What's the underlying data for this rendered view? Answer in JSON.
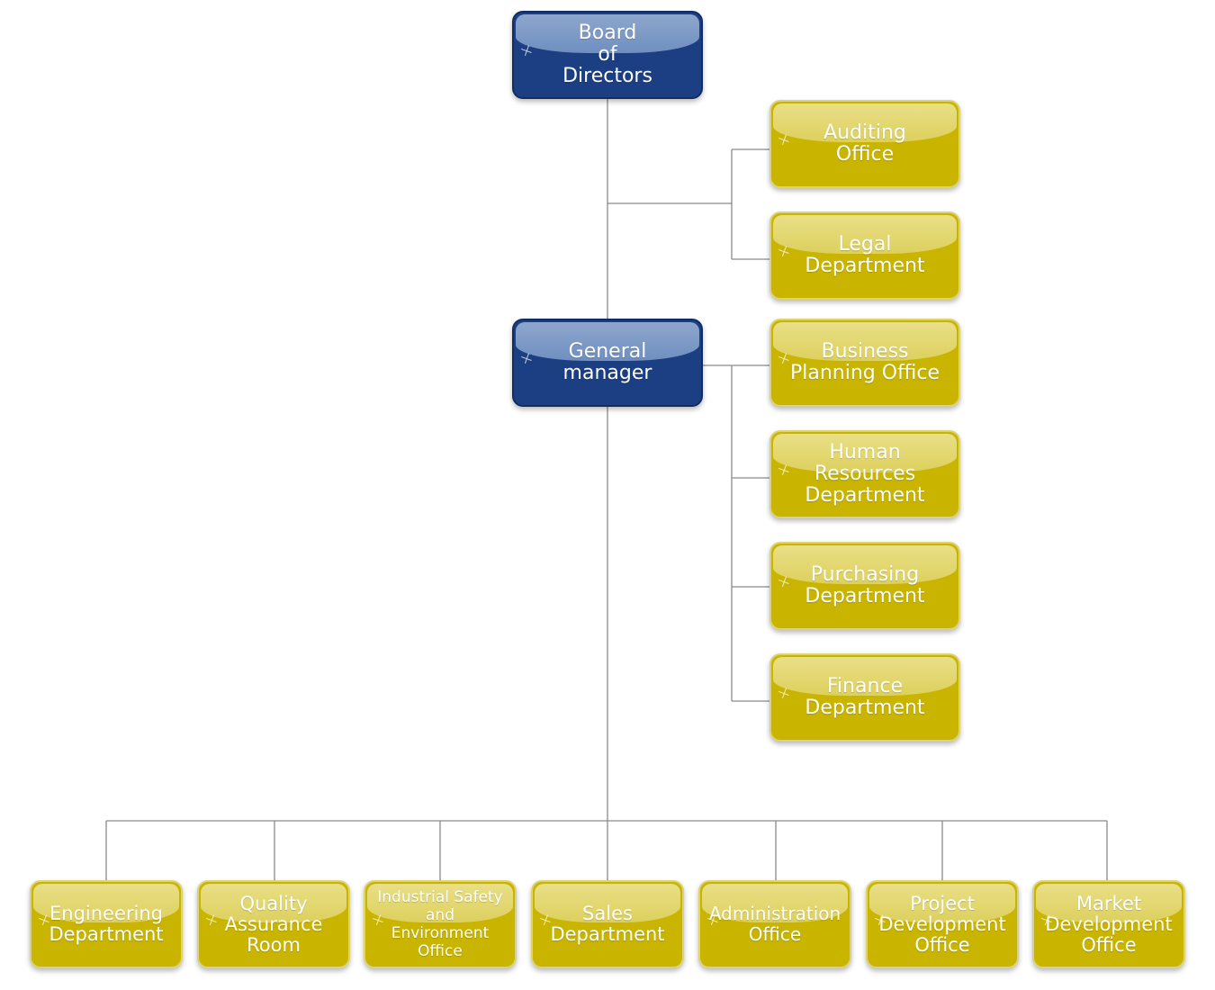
{
  "chart": {
    "board": "Board\nof\nDirectors",
    "general_manager": "General\nmanager",
    "staff": {
      "auditing": "Auditing\nOffice",
      "legal": "Legal\nDepartment"
    },
    "gm_staff": {
      "business_planning": "Business\nPlanning Office",
      "human_resources": "Human\nResources\nDepartment",
      "purchasing": "Purchasing\nDepartment",
      "finance": "Finance\nDepartment"
    },
    "departments": {
      "engineering": "Engineering\nDepartment",
      "quality": "Quality\nAssurance\nRoom",
      "industrial_safety": "Industrial Safety\nand\nEnvironment\nOffice",
      "sales": "Sales\nDepartment",
      "administration": "Administration\nOffice",
      "project_development": "Project\nDevelopment\nOffice",
      "market_development": "Market\nDevelopment\nOffice"
    }
  },
  "colors": {
    "executive": "#1c3f84",
    "unit": "#c9b500",
    "connector": "#8a8a8a"
  }
}
